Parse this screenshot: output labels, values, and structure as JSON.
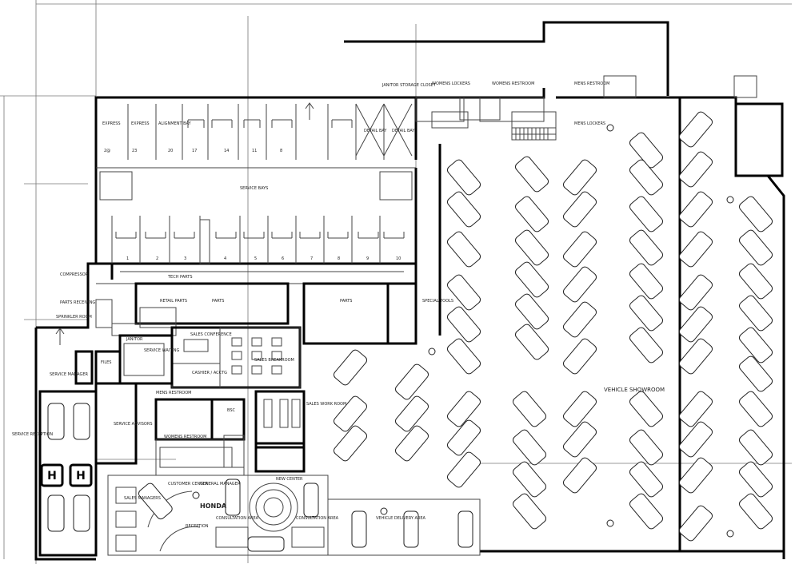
{
  "labels": {
    "express_1": "EXPRESS",
    "express_2": "EXPRESS",
    "alignment_bay": "ALIGNMENT BAY",
    "service_bays": "SERVICE BAYS",
    "compressor": "COMPRESSOR",
    "tech_parts": "TECH PARTS",
    "parts_1": "PARTS",
    "parts_2": "PARTS",
    "parts_receiving": "PARTS RECEIVING",
    "retail_parts": "RETAIL PARTS",
    "sprinkler_room": "SPRINKLER ROOM",
    "special_tools": "SPECIAL TOOLS",
    "janitor_storage": "JANITOR STORAGE CLOSET",
    "womens_lockers": "WOMENS LOCKERS",
    "womens_restroom_top": "WOMENS RESTROOM",
    "mens_restroom_top": "MENS RESTROOM",
    "mens_lockers": "MENS LOCKERS",
    "detail_bay_1": "DETAIL BAY",
    "detail_bay_2": "DETAIL BAY",
    "janitor": "JANITOR",
    "files": "FILES",
    "service_waiting": "SERVICE WAITING",
    "sales_conference": "SALES CONFERENCE",
    "cashier_acctg": "CASHIER / ACCTG",
    "sales_breakroom": "SALES BREAKROOM",
    "service_manager": "SERVICE MANAGER",
    "mens_restroom": "MENS RESTROOM",
    "womens_restroom": "WOMENS RESTROOM",
    "sales_work_room": "SALES WORK ROOM",
    "service_advisors": "SERVICE ADVISORS",
    "service_reception": "SERVICE RECEPTION",
    "customer_center": "CUSTOMER CENTER",
    "general_manager": "GENERAL MANAGER",
    "new_center": "NEW CENTER",
    "honda": "HONDA",
    "sales_managers": "SALES MANAGERS",
    "reception": "RECEPTION",
    "consultation_area_1": "CONSULTATION AREA",
    "consultation_area_2": "CONSULTATION AREA",
    "vehicle_delivery_area": "VEHICLE DELIVERY AREA",
    "vehicle_showroom": "VEHICLE SHOWROOM",
    "bsc": "BSC"
  },
  "bay_numbers_top": [
    "2@",
    "23",
    "20",
    "17",
    "14",
    "11",
    "8"
  ],
  "bay_numbers_bottom": [
    "1",
    "2",
    "3",
    "4",
    "5",
    "6",
    "7",
    "8",
    "9",
    "10"
  ],
  "icons": [
    "north-arrow-icon",
    "honda-logo-icon",
    "plant-icon"
  ]
}
